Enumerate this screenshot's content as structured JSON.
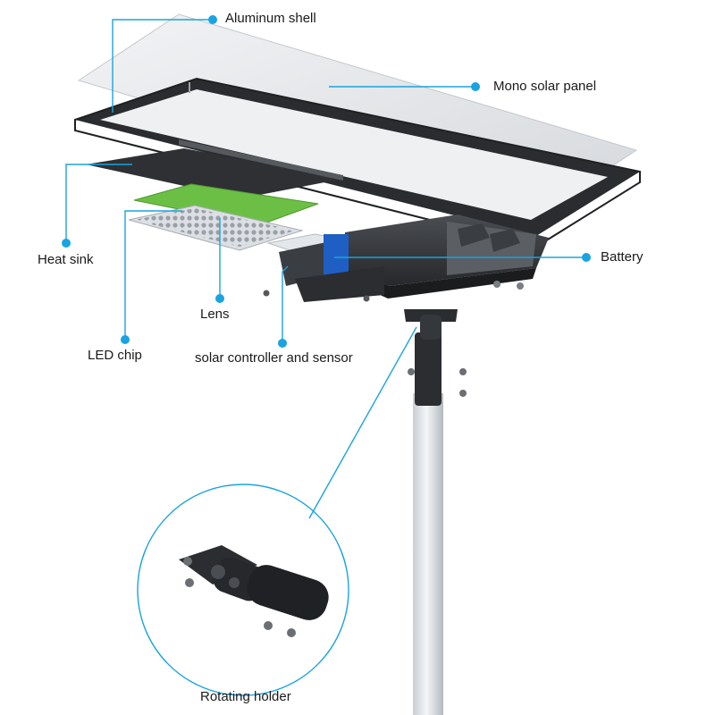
{
  "diagram": {
    "accent_color": "#1aa3e0",
    "labels": {
      "aluminum_shell": "Aluminum shell",
      "mono_solar_panel": "Mono solar panel",
      "heat_sink": "Heat sink",
      "battery": "Battery",
      "lens": "Lens",
      "led_chip": "LED chip",
      "solar_controller": "solar controller and sensor",
      "rotating_holder": "Rotating holder"
    }
  }
}
